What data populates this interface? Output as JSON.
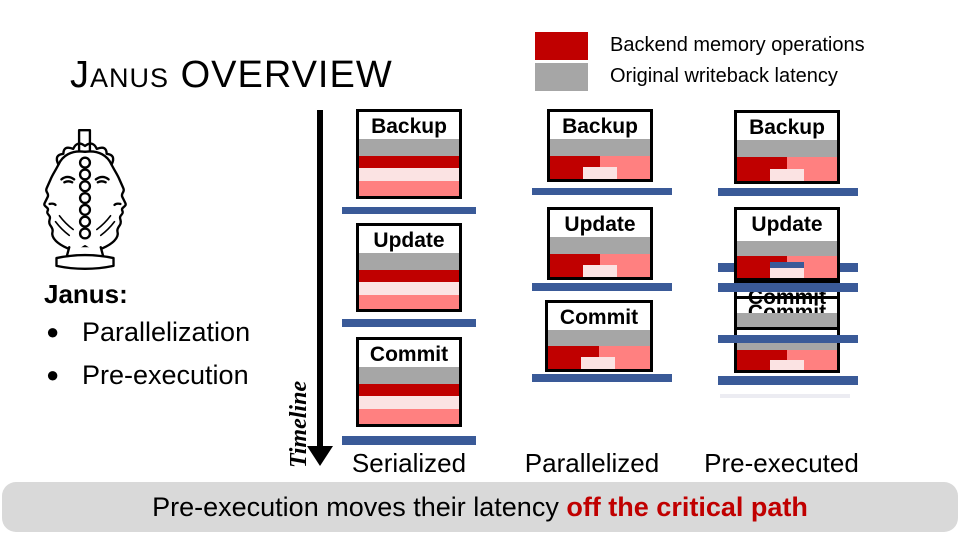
{
  "title": "Janus OVERVIEW",
  "legend": {
    "items": [
      {
        "label": "Backend memory operations",
        "color": "#C00000"
      },
      {
        "label": "Original writeback latency",
        "color": "#A6A6A6"
      }
    ]
  },
  "janus": {
    "heading": "Janus:",
    "bullets": [
      "Parallelization",
      "Pre-execution"
    ]
  },
  "timeline": {
    "label": "Timeline"
  },
  "columns": [
    {
      "name": "Serialized",
      "boxes": [
        "Backup",
        "Update",
        "Commit"
      ]
    },
    {
      "name": "Parallelized",
      "boxes": [
        "Backup",
        "Update",
        "Commit"
      ]
    },
    {
      "name": "Pre-executed",
      "boxes": [
        "Backup",
        "Update",
        "Commit",
        "Commit"
      ]
    }
  ],
  "banner": {
    "text": "Pre-execution moves their latency",
    "highlight": "off the critical path"
  },
  "colors": {
    "backend_ops_red": "#C00000",
    "writeback_gray": "#A6A6A6",
    "salmon": "#FF8080",
    "pale_pink": "#FBE3E3",
    "bar_blue": "#3A5A98",
    "banner_bg": "#D9D9D9"
  }
}
